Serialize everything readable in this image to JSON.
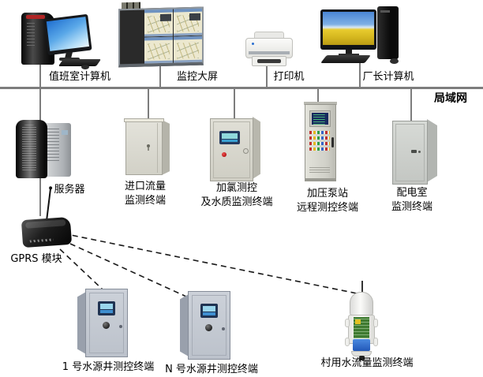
{
  "diagram": {
    "lan_label": "局域网",
    "colors": {
      "background": "#ffffff",
      "lan_line": "#7d7d7d",
      "wireless_dash": "#1a1a1a",
      "text": "#000000"
    }
  },
  "nodes": {
    "duty_computer": {
      "label": "值班室计算机"
    },
    "video_wall": {
      "label": "监控大屏"
    },
    "printer": {
      "label": "打印机"
    },
    "director_computer": {
      "label": "厂长计算机"
    },
    "server": {
      "label": "服务器"
    },
    "inlet_flow_terminal": {
      "label1": "进口流量",
      "label2": "监测终端"
    },
    "chlorine_terminal": {
      "label1": "加氯测控",
      "label2": "及水质监测终端"
    },
    "pump_station_terminal": {
      "label1": "加压泵站",
      "label2": "远程测控终端"
    },
    "power_room_terminal": {
      "label1": "配电室",
      "label2": "监测终端"
    },
    "gprs_module": {
      "label": "GPRS 模块"
    },
    "well_terminal_1": {
      "label": "1 号水源井测控终端"
    },
    "well_terminal_n": {
      "label": "N 号水源井测控终端"
    },
    "village_flow_terminal": {
      "label": "村用水流量监测终端"
    }
  },
  "connections": {
    "lan_bus_members": [
      "值班室计算机",
      "监控大屏",
      "打印机",
      "厂长计算机",
      "服务器",
      "进口流量监测终端",
      "加氯测控及水质监测终端",
      "加压泵站远程测控终端",
      "配电室监测终端"
    ],
    "wired_link": "服务器 — GPRS 模块",
    "wireless_links": [
      "GPRS 模块 ⇢ 1 号水源井测控终端",
      "GPRS 模块 ⇢ N 号水源井测控终端",
      "GPRS 模块 ⇢ 村用水流量监测终端"
    ]
  }
}
